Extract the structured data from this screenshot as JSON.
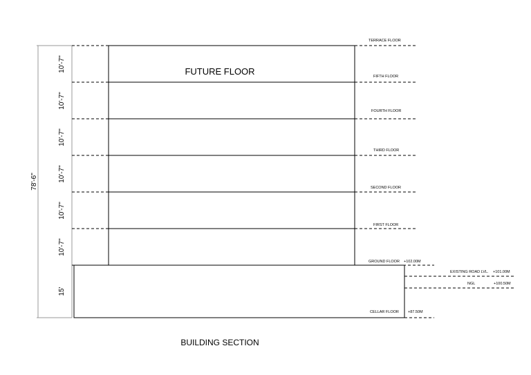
{
  "title": "BUILDING SECTION",
  "future_floor_label": "FUTURE FLOOR",
  "overall_height": "78'-6\"",
  "floor_heights": [
    "10'-7\"",
    "10'-7\"",
    "10'-7\"",
    "10'-7\"",
    "10'-7\"",
    "10'-7\""
  ],
  "cellar_height": "15'",
  "levels": {
    "terrace": "TERRACE FLOOR",
    "fifth": "FIFTH FLOOR",
    "fourth": "FOURTH FLOOR",
    "third": "THIRD FLOOR",
    "second": "SECOND FLOOR",
    "first": "FIRST FLOOR",
    "ground": "GROUND FLOOR",
    "cellar": "CELLAR FLOOR"
  },
  "elevations": {
    "ground": "+102.00M",
    "cellar": "+87.50M",
    "road_label": "EXISTING ROAD LVL.",
    "road_value": "+101.00M",
    "ngl_label": "NGL",
    "ngl_value": "+100.50M"
  }
}
